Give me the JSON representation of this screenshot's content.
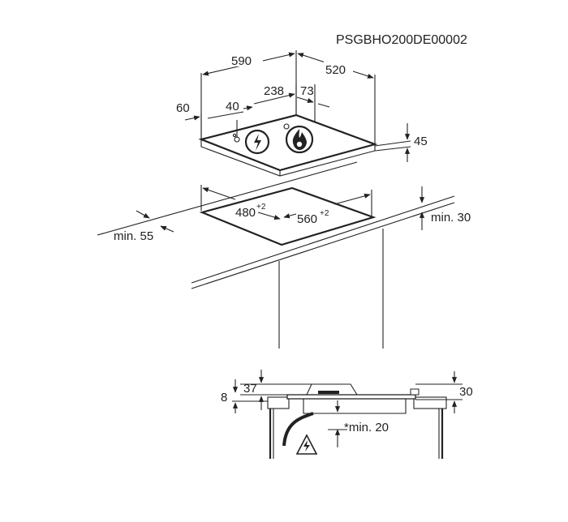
{
  "document_code": "PSGBHO200DE00002",
  "top_view": {
    "width": "590",
    "depth": "520",
    "control_offset": "238",
    "control_depth": "73",
    "left_margin": "60",
    "knob_offset": "40",
    "height": "45"
  },
  "cutout": {
    "width": "480",
    "width_tol": "+2",
    "depth": "560",
    "depth_tol": "+2",
    "min_front": "min. 55",
    "min_back": "min. 30"
  },
  "section_view": {
    "top_offset": "37",
    "thickness": "8",
    "height": "30",
    "min_below": "*min. 20"
  },
  "icons": [
    "electric-hazard-icon",
    "gas-flame-icon"
  ]
}
